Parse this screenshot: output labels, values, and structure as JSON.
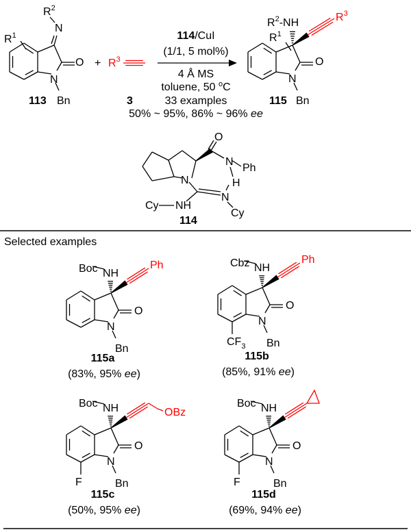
{
  "scheme": {
    "reactant1": {
      "id": "113",
      "r1": "R",
      "r1_sup": "1",
      "r2": "R",
      "r2_sup": "2",
      "n": "N",
      "o": "O",
      "n1": "N",
      "bn": "Bn"
    },
    "plus": "+",
    "reactant2": {
      "id": "3",
      "r3": "R",
      "r3_sup": "3"
    },
    "conditions": {
      "catalyst_bold": "114",
      "catalyst_rest": "/CuI",
      "loading": "(1/1, 5 mol%)",
      "additive": "4 Å MS",
      "solvent_temp": "toluene, 50 ",
      "deg": "o",
      "deg_unit": "C",
      "examples": "33 examples",
      "range": "50% ~ 95%, 86% ~ 96% ",
      "ee": "ee"
    },
    "product": {
      "id": "115",
      "r1": "R",
      "r1_sup": "1",
      "r2": "R",
      "r2_sup": "2",
      "nh": "-NH",
      "r3": "R",
      "r3_sup": "3",
      "o": "O",
      "n": "N",
      "bn": "Bn"
    },
    "catalyst": {
      "id": "114",
      "o": "O",
      "nh_amide": "N",
      "h": "H",
      "ph": "Ph",
      "n_ring": "N",
      "n_imine": "N",
      "cy1": "Cy",
      "nh": "NH",
      "cy2": "Cy"
    }
  },
  "selected_title": "Selected examples",
  "examples": [
    {
      "id": "115a",
      "pg": "Boc",
      "nh": "NH",
      "alkyne_r": "Ph",
      "ring_sub": "",
      "o": "O",
      "n": "N",
      "bn": "Bn",
      "yield": "(83%, 95% ",
      "ee": "ee",
      "close": ")"
    },
    {
      "id": "115b",
      "pg": "Cbz",
      "nh": "NH",
      "alkyne_r": "Ph",
      "ring_sub": "CF",
      "ring_sub_sub": "3",
      "o": "O",
      "n": "N",
      "bn": "Bn",
      "yield": "(85%, 91% ",
      "ee": "ee",
      "close": ")"
    },
    {
      "id": "115c",
      "pg": "Boc",
      "nh": "NH",
      "alkyne_r": "OBz",
      "ring_sub": "F",
      "o": "O",
      "n": "N",
      "bn": "Bn",
      "yield": "(50%, 95% ",
      "ee": "ee",
      "close": ")"
    },
    {
      "id": "115d",
      "pg": "Boc",
      "nh": "NH",
      "alkyne_r": "",
      "ring_sub": "F",
      "o": "O",
      "n": "N",
      "bn": "Bn",
      "yield": "(69%, 94% ",
      "ee": "ee",
      "close": ")"
    }
  ],
  "colors": {
    "highlight": "#ff0000",
    "text": "#000000"
  }
}
